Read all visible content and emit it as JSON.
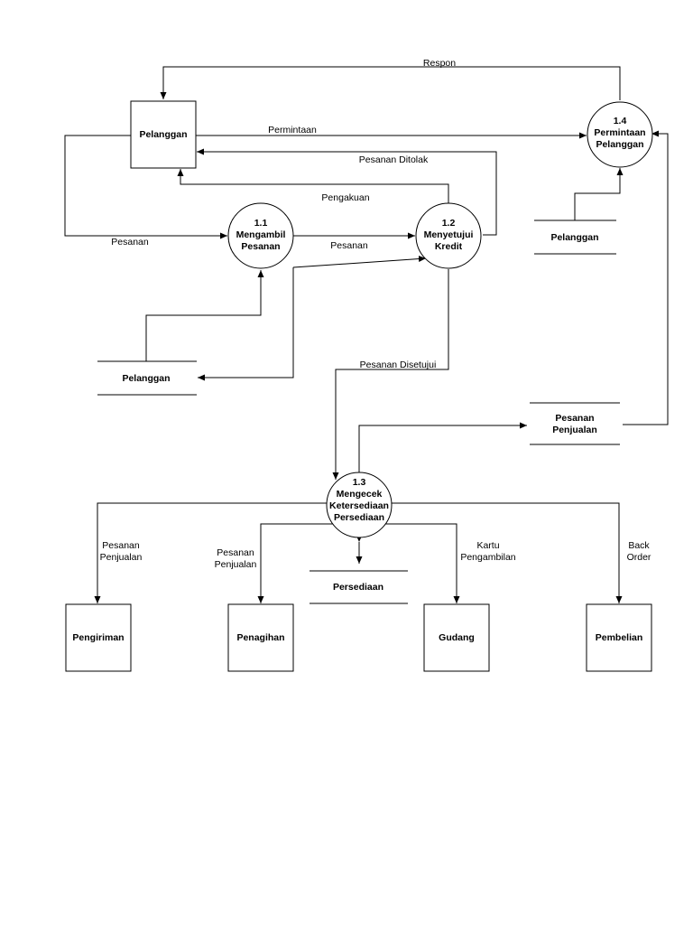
{
  "entities": {
    "pelanggan": "Pelanggan",
    "pengiriman": "Pengiriman",
    "penagihan": "Penagihan",
    "gudang": "Gudang",
    "pembelian": "Pembelian"
  },
  "processes": {
    "p11": [
      "1.1",
      "Mengambil",
      "Pesanan"
    ],
    "p12": [
      "1.2",
      "Menyetujui",
      "Kredit"
    ],
    "p13": [
      "1.3",
      "Mengecek",
      "Ketersediaan",
      "Persediaan"
    ],
    "p14": [
      "1.4",
      "Permintaan",
      "Pelanggan"
    ]
  },
  "stores": {
    "pelanggan_a": "Pelanggan",
    "pelanggan_b": "Pelanggan",
    "pesanan_penjualan": [
      "Pesanan",
      "Penjualan"
    ],
    "persediaan": "Persediaan"
  },
  "flows": {
    "respon": "Respon",
    "permintaan": "Permintaan",
    "pesanan_ditolak": "Pesanan Ditolak",
    "pengakuan": "Pengakuan",
    "pesanan_in": "Pesanan",
    "pesanan_mid": "Pesanan",
    "pesanan_disetujui": "Pesanan Disetujui",
    "pengiriman_flow": [
      "Pesanan",
      "Penjualan"
    ],
    "penagihan_flow": [
      "Pesanan",
      "Penjualan"
    ],
    "gudang_flow": [
      "Kartu",
      "Pengambilan"
    ],
    "pembelian_flow": [
      "Back",
      "Order"
    ]
  }
}
